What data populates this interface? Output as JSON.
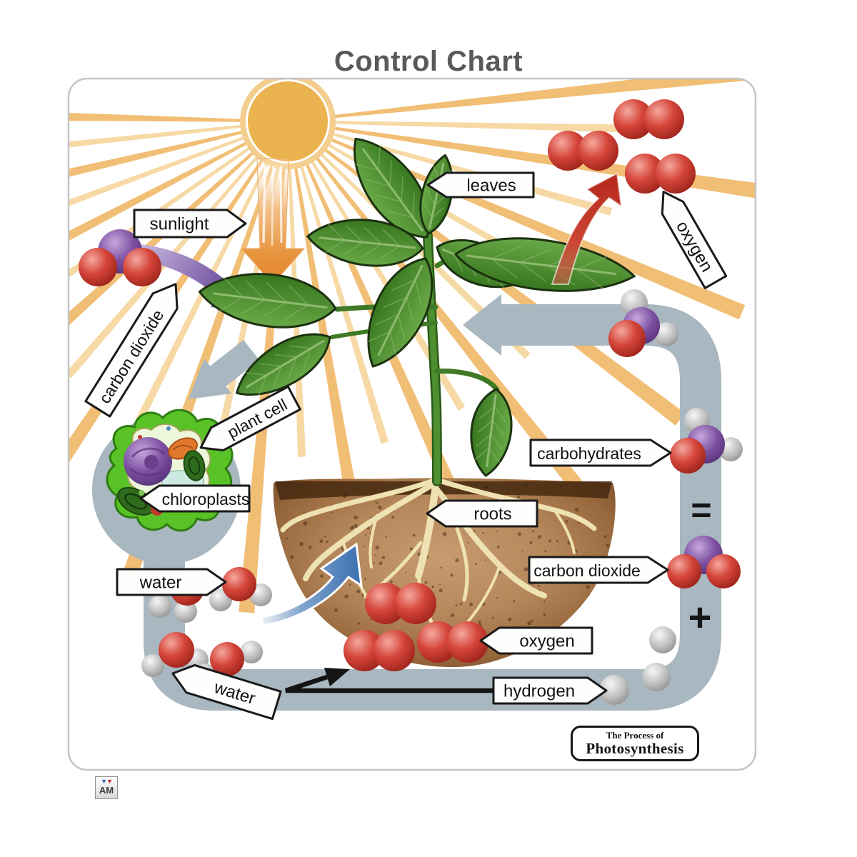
{
  "title": "Control Chart",
  "labels": {
    "sunlight": "sunlight",
    "leaves": "leaves",
    "oxygen_top": "oxygen",
    "carbon_dioxide_left": "carbon dioxide",
    "plant_cell": "plant cell",
    "chloroplasts": "chloroplasts",
    "carbohydrates": "carbohydrates",
    "roots": "roots",
    "carbon_dioxide_right": "carbon dioxide",
    "water_mid": "water",
    "oxygen_bottom": "oxygen",
    "hydrogen": "hydrogen",
    "water_bottom": "water"
  },
  "equation": {
    "equals": "=",
    "plus": "+"
  },
  "footer_box": {
    "line1": "The Process of",
    "line2": "Photosynthesis"
  },
  "logo": {
    "text": "AM"
  },
  "colors": {
    "band_gray": "#A8B7C0",
    "sun_gold": "#EBB250",
    "ray_gold": "#F1BE75",
    "leaf_green": "#4C8B33",
    "soil_brown": "#95653A",
    "oxygen_atom_red": "#C23428",
    "carbon_atom_purple": "#7D50A2",
    "hydrogen_atom_gray": "#BDBDBD",
    "arrow_orange": "#E8953F",
    "arrow_purple": "#5A3590",
    "arrow_blue": "#3C70B0",
    "arrow_red": "#C0392B"
  }
}
